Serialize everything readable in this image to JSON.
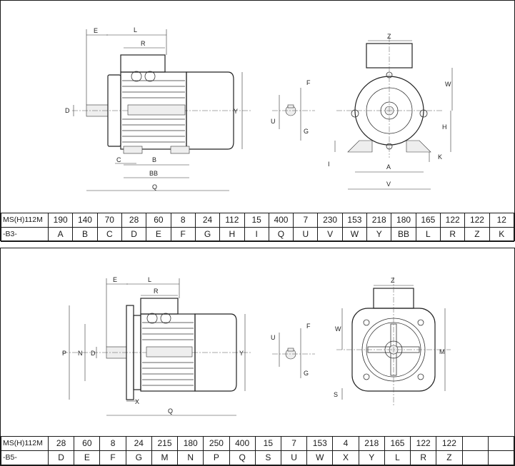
{
  "b3": {
    "letters": {
      "E": "E",
      "L": "L",
      "R": "R",
      "D": "D",
      "Y": "Y",
      "C": "C",
      "B": "B",
      "BB": "BB",
      "Q": "Q",
      "F": "F",
      "U": "U",
      "G": "G",
      "Z": "Z",
      "W": "W",
      "H": "H",
      "I": "I",
      "A": "A",
      "K": "K",
      "V": "V"
    },
    "table": {
      "model": "MS(H)112M",
      "mount": "-B3-",
      "values": [
        "190",
        "140",
        "70",
        "28",
        "60",
        "8",
        "24",
        "112",
        "15",
        "400",
        "7",
        "230",
        "153",
        "218",
        "180",
        "165",
        "122",
        "122",
        "12"
      ],
      "labels": [
        "A",
        "B",
        "C",
        "D",
        "E",
        "F",
        "G",
        "H",
        "I",
        "Q",
        "U",
        "V",
        "W",
        "Y",
        "BB",
        "L",
        "R",
        "Z",
        "K"
      ]
    }
  },
  "b5": {
    "letters": {
      "E": "E",
      "L": "L",
      "R": "R",
      "P": "P",
      "N": "N",
      "D": "D",
      "Y": "Y",
      "X": "X",
      "Q": "Q",
      "U": "U",
      "F": "F",
      "G": "G",
      "Z": "Z",
      "W": "W",
      "M": "M",
      "S": "S"
    },
    "table": {
      "model": "MS(H)112M",
      "mount": "-B5-",
      "values": [
        "28",
        "60",
        "8",
        "24",
        "215",
        "180",
        "250",
        "400",
        "15",
        "7",
        "153",
        "4",
        "218",
        "165",
        "122",
        "122",
        "",
        ""
      ],
      "labels": [
        "D",
        "E",
        "F",
        "G",
        "M",
        "N",
        "P",
        "Q",
        "S",
        "U",
        "W",
        "X",
        "Y",
        "L",
        "R",
        "Z",
        "",
        ""
      ]
    }
  }
}
